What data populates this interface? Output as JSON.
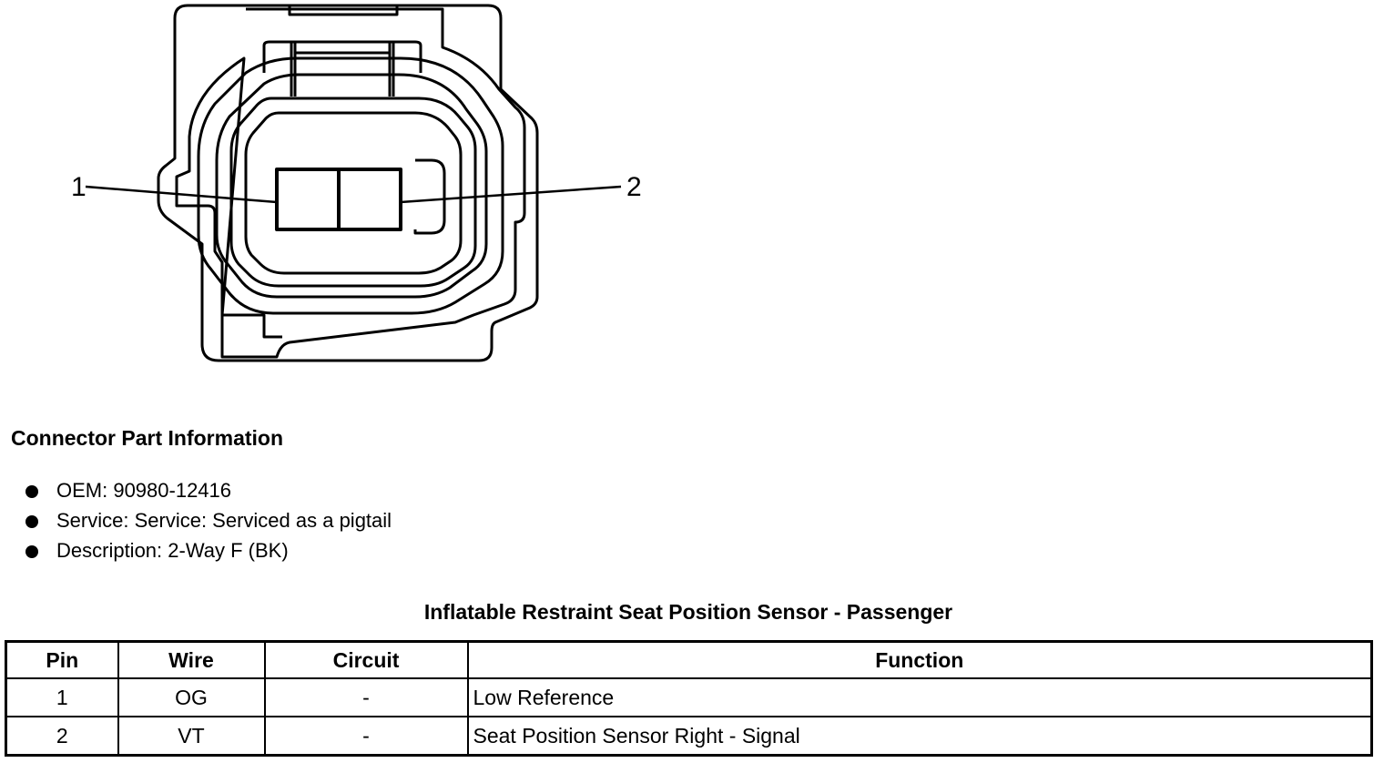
{
  "diagram": {
    "pin_labels": [
      "1",
      "2"
    ]
  },
  "part_info": {
    "heading": "Connector Part Information",
    "items": [
      "OEM: 90980-12416",
      "Service: Service: Serviced as a pigtail",
      "Description: 2-Way F (BK)"
    ]
  },
  "table": {
    "title": "Inflatable Restraint Seat Position Sensor - Passenger",
    "headers": [
      "Pin",
      "Wire",
      "Circuit",
      "Function"
    ],
    "rows": [
      [
        "1",
        "OG",
        "-",
        "Low Reference"
      ],
      [
        "2",
        "VT",
        "-",
        "Seat Position Sensor Right - Signal"
      ]
    ]
  }
}
